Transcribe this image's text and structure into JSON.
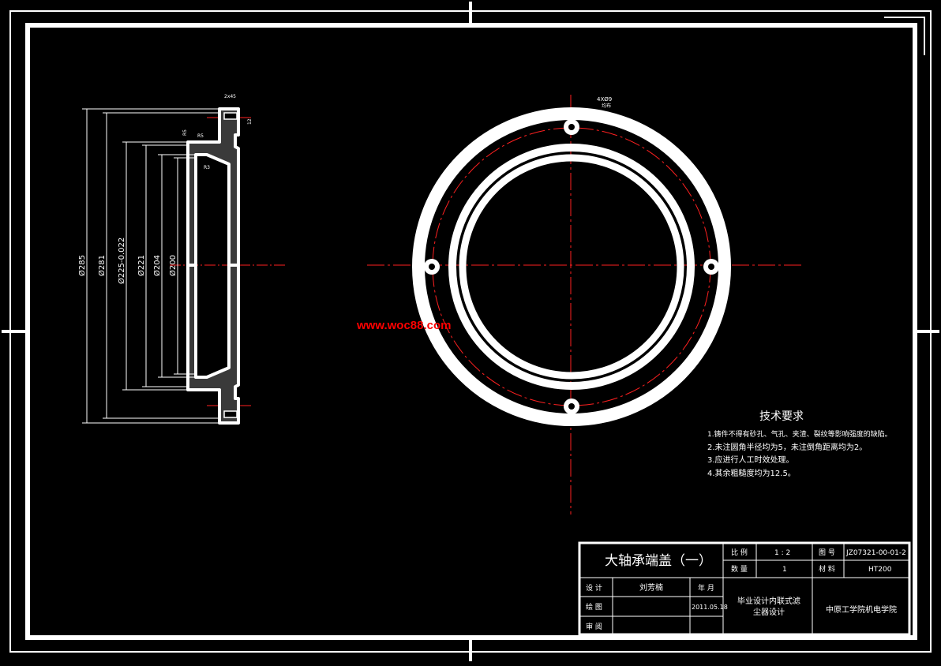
{
  "colors": {
    "line": "#ffffff",
    "center_line": "#ff2020",
    "background": "#000000",
    "watermark": "#ff0000"
  },
  "section_view": {
    "dimensions": [
      "Ø285",
      "Ø281",
      "Ø225-0.022",
      "Ø221",
      "Ø204",
      "Ø200"
    ],
    "small_labels": [
      "2x45",
      "R5",
      "12",
      "R5",
      "R3"
    ]
  },
  "plan_view": {
    "hole_note": "4XØ9",
    "hole_note_sub": "均布"
  },
  "watermark": "www.woc88.com",
  "tech_requirements": {
    "title": "技术要求",
    "items": [
      "1.铸件不得有砂孔、气孔、夹渣、裂纹等影响强度的缺陷。",
      "2.未注圆角半径均为5，未注倒角距离均为2。",
      "3.应进行人工时效处理。",
      "4.其余粗糙度均为12.5。"
    ]
  },
  "title_block": {
    "part_name": "大轴承端盖（一）",
    "scale_label": "比 例",
    "scale_value": "1 : 2",
    "drawing_no_label": "图 号",
    "drawing_no_value": "JZ07321-00-01-2",
    "quantity_label": "数 量",
    "quantity_value": "1",
    "material_label": "材 料",
    "material_value": "HT200",
    "designer_label": "设 计",
    "designer_value": "刘芳楠",
    "date_label": "年 月",
    "draw_label": "绘 图",
    "date_value": "2011.05.18",
    "review_label": "审 阅",
    "project_line1": "毕业设计内联式滤",
    "project_line2": "尘器设计",
    "school": "中原工学院机电学院"
  }
}
